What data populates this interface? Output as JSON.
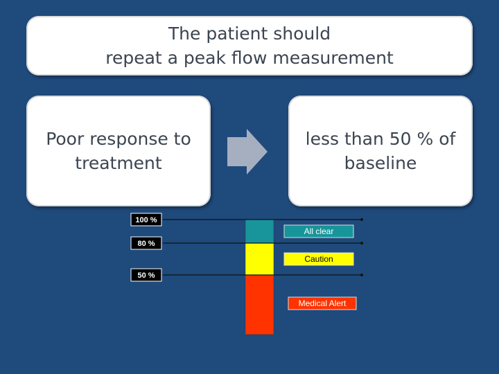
{
  "title": "The patient should\nrepeat a peak flow measurement",
  "left_box": "Poor response to\ntreatment",
  "right_box": "less than 50 % of\nbaseline",
  "arrow_icon": "right-arrow-icon",
  "chart": {
    "levels": [
      {
        "label": "100 %",
        "value": 100
      },
      {
        "label": "80 %",
        "value": 80
      },
      {
        "label": "50 %",
        "value": 50
      }
    ],
    "zones": [
      {
        "label": "All clear",
        "from": 80,
        "to": 100,
        "color": "#17959a",
        "text_color": "#ffffff"
      },
      {
        "label": "Caution",
        "from": 50,
        "to": 80,
        "color": "#ffff00",
        "text_color": "#000000"
      },
      {
        "label": "Medical Alert",
        "from": 0,
        "to": 50,
        "color": "#ff3300",
        "text_color": "#ffffff"
      }
    ]
  }
}
